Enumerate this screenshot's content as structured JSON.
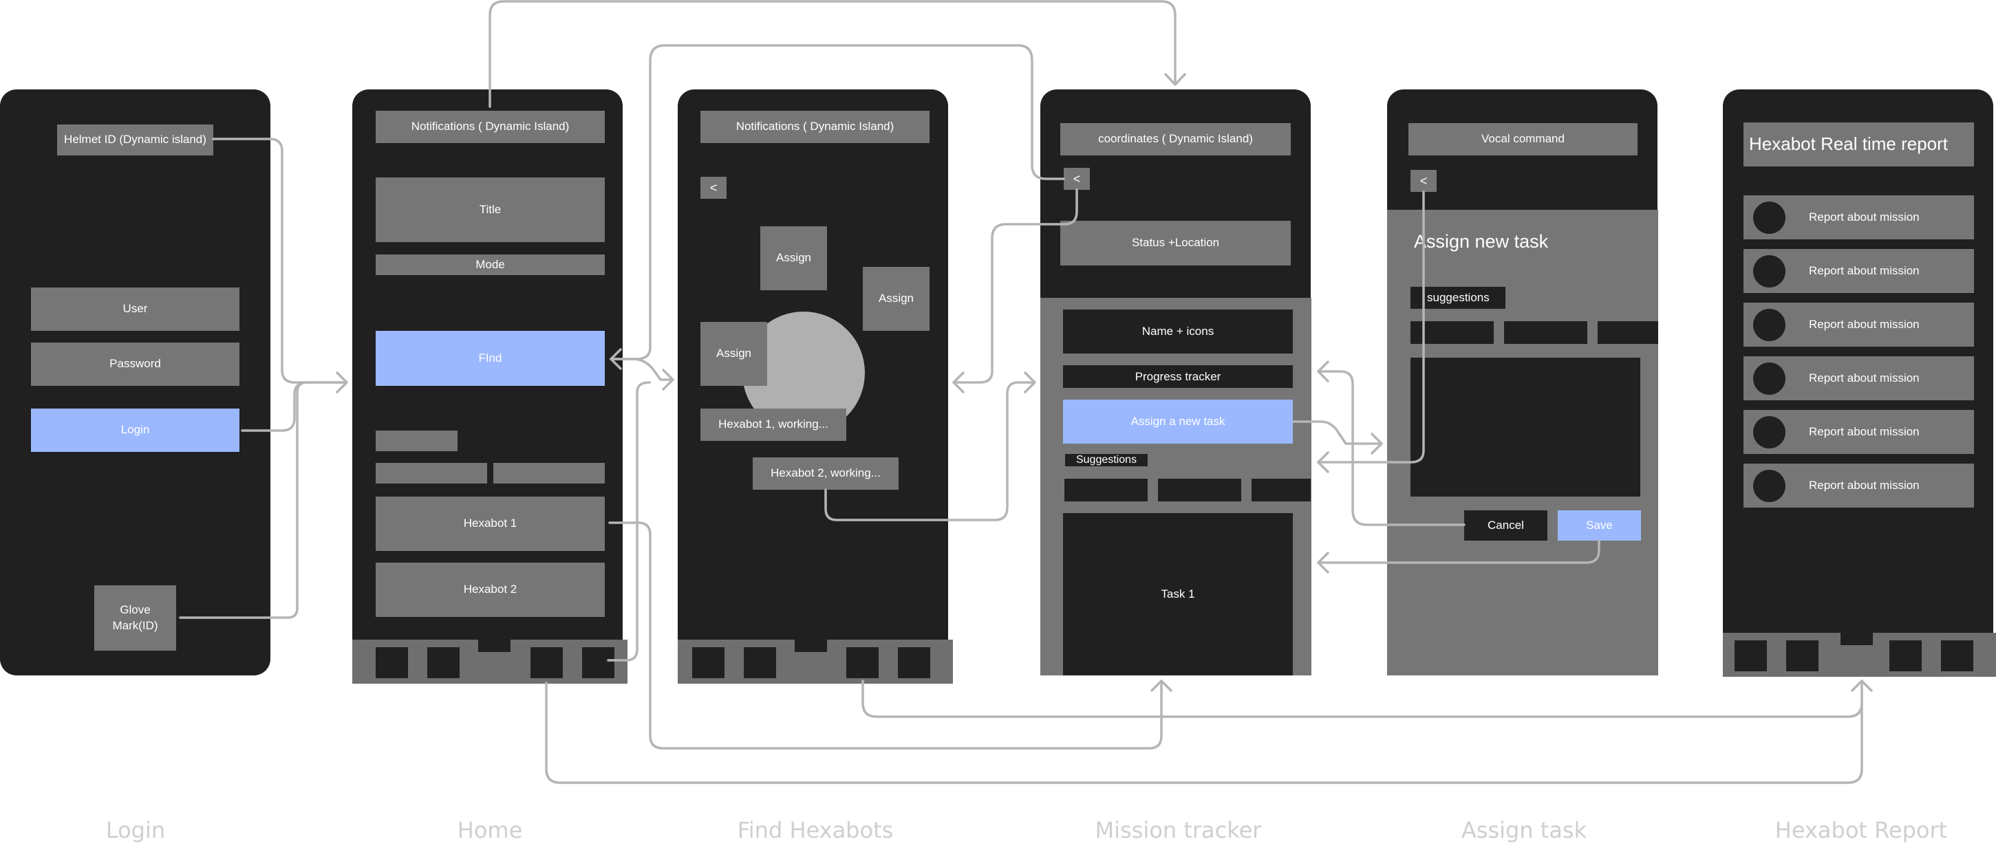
{
  "screens": {
    "login": {
      "caption": "Login",
      "helmet": "Helmet ID (Dynamic island)",
      "user": "User",
      "password": "Password",
      "login": "Login",
      "glove": "Glove Mark(ID)"
    },
    "home": {
      "caption": "Home",
      "notifications": "Notifications ( Dynamic Island)",
      "title": "Title",
      "mode": "Mode",
      "find": "FInd",
      "hexabot1": "Hexabot 1",
      "hexabot2": "Hexabot 2"
    },
    "find": {
      "caption": "Find Hexabots",
      "notifications": "Notifications ( Dynamic Island)",
      "back": "<",
      "assign1": "Assign",
      "assign2": "Assign",
      "assign3": "Assign",
      "working1": "Hexabot 1, working...",
      "working2": "Hexabot 2, working..."
    },
    "mission": {
      "caption": "Mission tracker",
      "coordinates": "coordinates ( Dynamic Island)",
      "back": "<",
      "status": "Status +Location",
      "name": "Name + icons",
      "progress": "Progress tracker",
      "assign": "Assign a new task",
      "suggestions": "Suggestions",
      "task": "Task 1"
    },
    "assign": {
      "caption": "Assign task",
      "vocal": "Vocal command",
      "back": "<",
      "heading": "Assign new task",
      "suggestions": "suggestions",
      "cancel": "Cancel",
      "save": "Save"
    },
    "report": {
      "caption": "Hexabot Report",
      "heading": "Hexabot Real time report",
      "rows": [
        "Report about mission",
        "Report about mission",
        "Report about mission",
        "Report about mission",
        "Report about mission",
        "Report about mission"
      ]
    }
  },
  "colors": {
    "phone": "#202020",
    "element": "#767676",
    "accent": "#9bb8ff",
    "connector": "#b5b5b5",
    "caption": "#cfcfcf"
  }
}
